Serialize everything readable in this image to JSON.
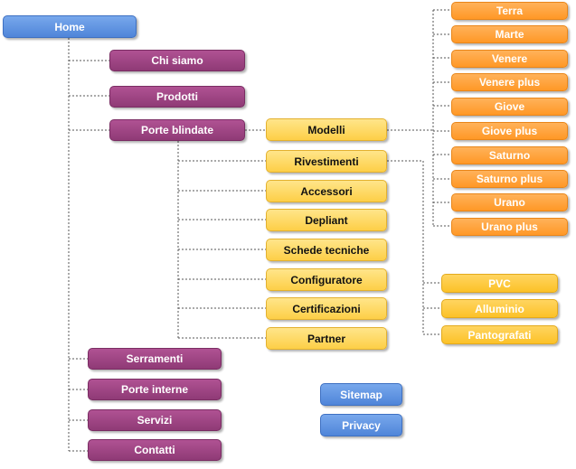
{
  "root": {
    "home": "Home"
  },
  "main": {
    "chi_siamo": "Chi siamo",
    "prodotti": "Prodotti",
    "porte_blindate": "Porte blindate",
    "serramenti": "Serramenti",
    "porte_interne": "Porte interne",
    "servizi": "Servizi",
    "contatti": "Contatti"
  },
  "porte_blindate": {
    "modelli": "Modelli",
    "rivestimenti": "Rivestimenti",
    "accessori": "Accessori",
    "depliant": "Depliant",
    "schede_tecniche": "Schede tecniche",
    "configuratore": "Configuratore",
    "certificazioni": "Certificazioni",
    "partner": "Partner"
  },
  "modelli": [
    "Terra",
    "Marte",
    "Venere",
    "Venere plus",
    "Giove",
    "Giove plus",
    "Saturno",
    "Saturno plus",
    "Urano",
    "Urano plus"
  ],
  "rivestimenti": [
    "PVC",
    "Alluminio",
    "Pantografati"
  ],
  "utility": {
    "sitemap": "Sitemap",
    "privacy": "Privacy"
  },
  "colors": {
    "home": "#5a8fe0",
    "section": "#9b437f",
    "submenu": "#fdd65e",
    "modelli": "#ffa33d",
    "rivestimenti": "#fcc83a",
    "utility": "#5a8fe0",
    "connector": "#555555"
  }
}
